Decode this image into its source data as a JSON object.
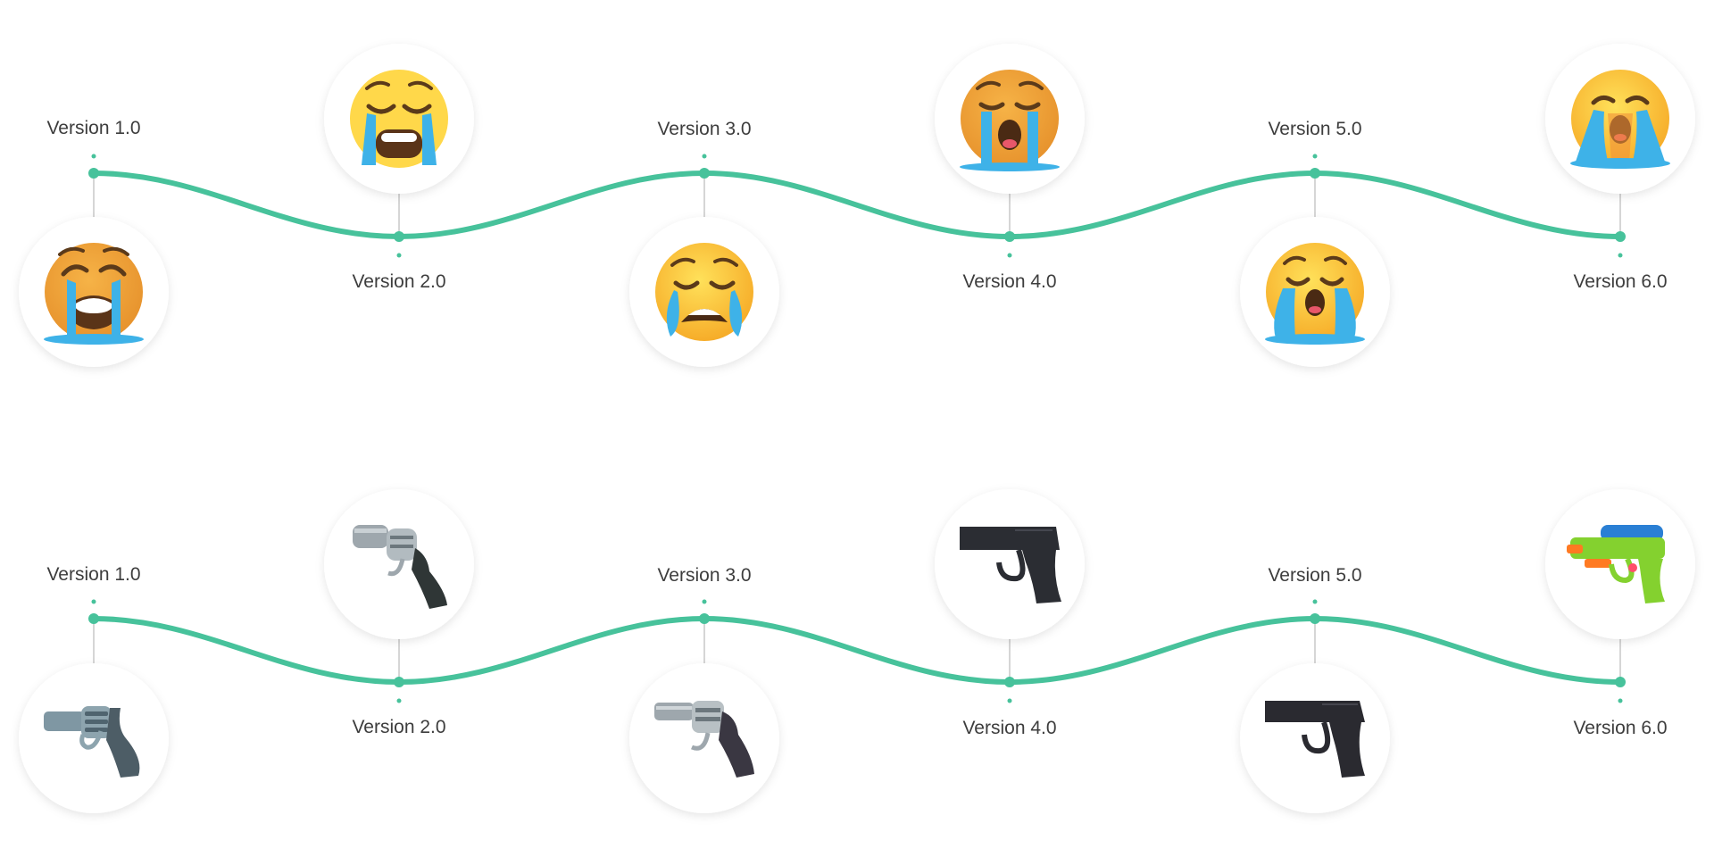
{
  "colors": {
    "wave": "#47c29b",
    "connector": "#d6d6d6",
    "label": "#3d3d3d",
    "circle_fill": "#ffffff"
  },
  "timelines": [
    {
      "name": "loudly-crying-face-timeline",
      "versions": [
        {
          "label": "Version 1.0",
          "icon": "loudly-crying-face-icon"
        },
        {
          "label": "Version 2.0",
          "icon": "loudly-crying-face-icon"
        },
        {
          "label": "Version 3.0",
          "icon": "loudly-crying-face-icon"
        },
        {
          "label": "Version 4.0",
          "icon": "loudly-crying-face-icon"
        },
        {
          "label": "Version 5.0",
          "icon": "loudly-crying-face-icon"
        },
        {
          "label": "Version 6.0",
          "icon": "loudly-crying-face-icon"
        }
      ]
    },
    {
      "name": "pistol-timeline",
      "versions": [
        {
          "label": "Version 1.0",
          "icon": "revolver-icon"
        },
        {
          "label": "Version 2.0",
          "icon": "revolver-icon"
        },
        {
          "label": "Version 3.0",
          "icon": "revolver-icon"
        },
        {
          "label": "Version 4.0",
          "icon": "pistol-icon"
        },
        {
          "label": "Version 5.0",
          "icon": "pistol-icon"
        },
        {
          "label": "Version 6.0",
          "icon": "water-pistol-icon"
        }
      ]
    }
  ]
}
